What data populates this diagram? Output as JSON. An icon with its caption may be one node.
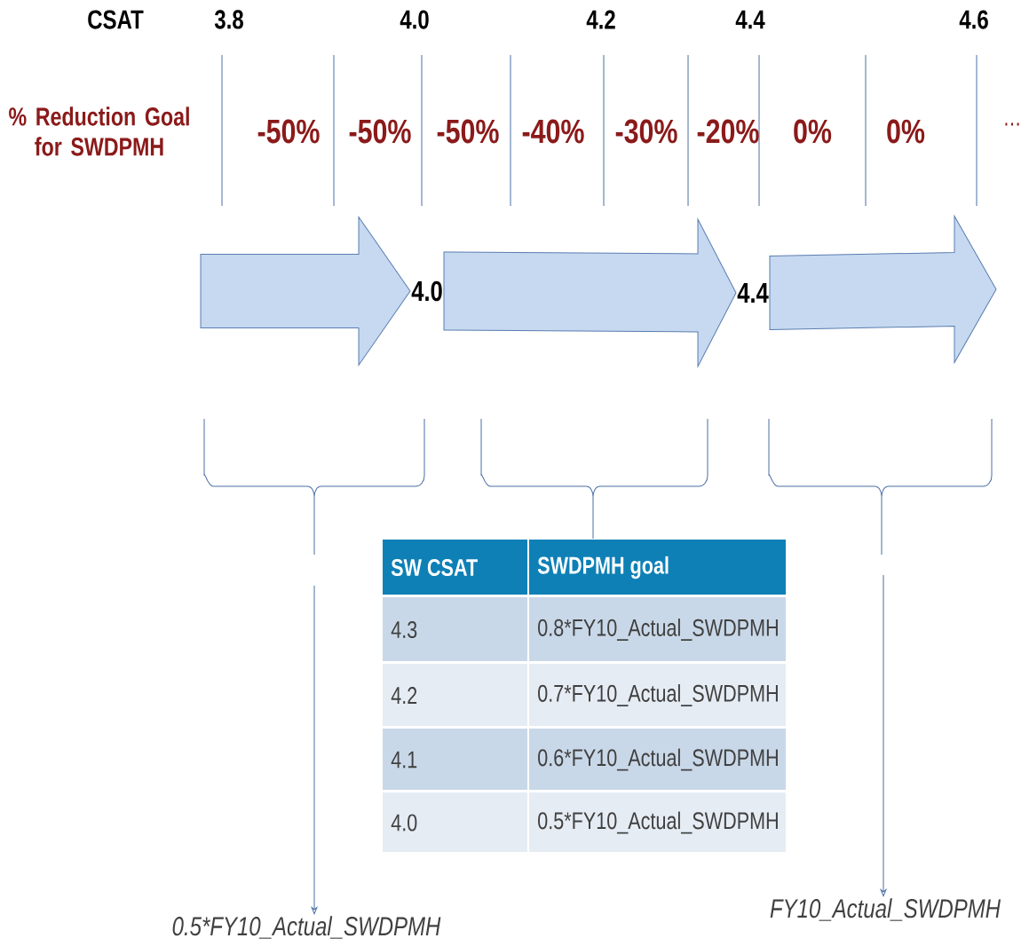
{
  "diagram": {
    "nodes": [
      {
        "text": [
          "4.0"
        ]
      },
      {
        "text": [
          "4.4"
        ]
      },
      {
        "text": [
          "0.5*FY10_Actual_SWDPMH"
        ]
      },
      {
        "text": [
          "FY10_Actual_SWDPMH"
        ]
      }
    ],
    "edges": [
      {
        "from": null,
        "to": 0,
        "arrow": "to",
        "style": "thick"
      },
      {
        "from": 0,
        "to": 1,
        "arrow": "to",
        "style": "thick"
      },
      {
        "from": 1,
        "to": null,
        "arrow": "to",
        "style": "thick"
      },
      {
        "from": null,
        "to": 2,
        "arrow": "to"
      },
      {
        "from": null,
        "to": 3,
        "arrow": "to"
      }
    ],
    "labels": [
      "CSAT",
      "3.8",
      "4.0",
      "4.2",
      "4.4",
      "4.6",
      "% Reduction Goal for SWDPMH",
      "-50%",
      "-50%",
      "-50%",
      "-40%",
      "-30%",
      "-20%",
      "0%",
      "0%",
      "…",
      "SW CSAT",
      "SWDPMH goal",
      "4.3",
      "0.8*FY10_Actual_SWDPMH",
      "4.2",
      "0.7*FY10_Actual_SWDPMH",
      "4.1",
      "0.6*FY10_Actual_SWDPMH",
      "4.0",
      "0.5*FY10_Actual_SWDPMH"
    ]
  }
}
